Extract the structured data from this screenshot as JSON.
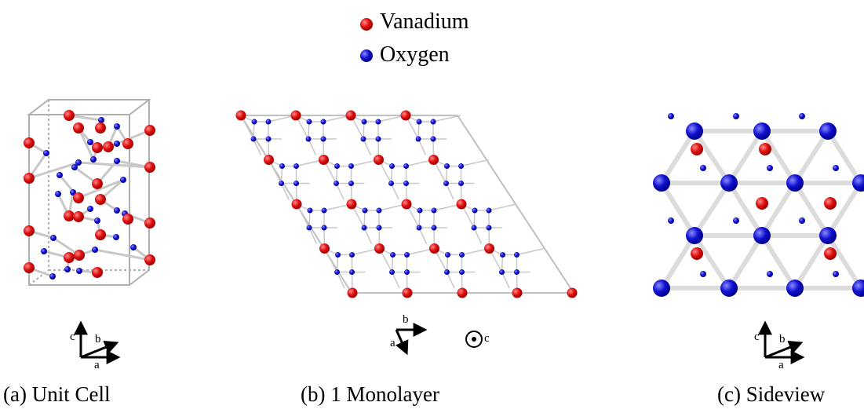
{
  "legend": [
    {
      "label": "Vanadium",
      "color": "#e01010"
    },
    {
      "label": "Oxygen",
      "color": "#1010d0"
    }
  ],
  "panels": [
    {
      "caption": "(a) Unit Cell",
      "axes": {
        "c": "c",
        "b": "b",
        "a": "a"
      }
    },
    {
      "caption": "(b) 1 Monolayer",
      "axes": {
        "b": "b",
        "a": "a",
        "c": "c"
      }
    },
    {
      "caption": "(c) Sideview",
      "axes": {
        "c": "c",
        "b": "b",
        "a": "a"
      }
    }
  ],
  "colors": {
    "bond": "#c8c8c8",
    "cell_edge": "#b0b0b0",
    "axis_arrow": "#000000"
  }
}
